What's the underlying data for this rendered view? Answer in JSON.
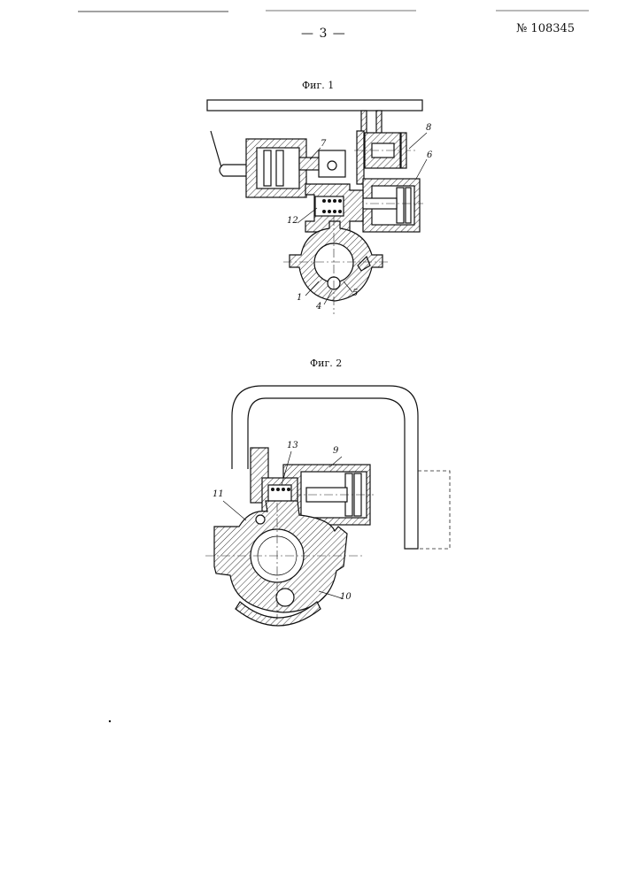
{
  "header": {
    "page_number": "— 3 —",
    "document_number": "№ 108345"
  },
  "figures": [
    {
      "caption": "Фиг. 1",
      "labels": [
        "7",
        "8",
        "6",
        "12",
        "1",
        "4",
        "5"
      ]
    },
    {
      "caption": "Фиг. 2",
      "labels": [
        "13",
        "9",
        "11",
        "10"
      ]
    }
  ]
}
